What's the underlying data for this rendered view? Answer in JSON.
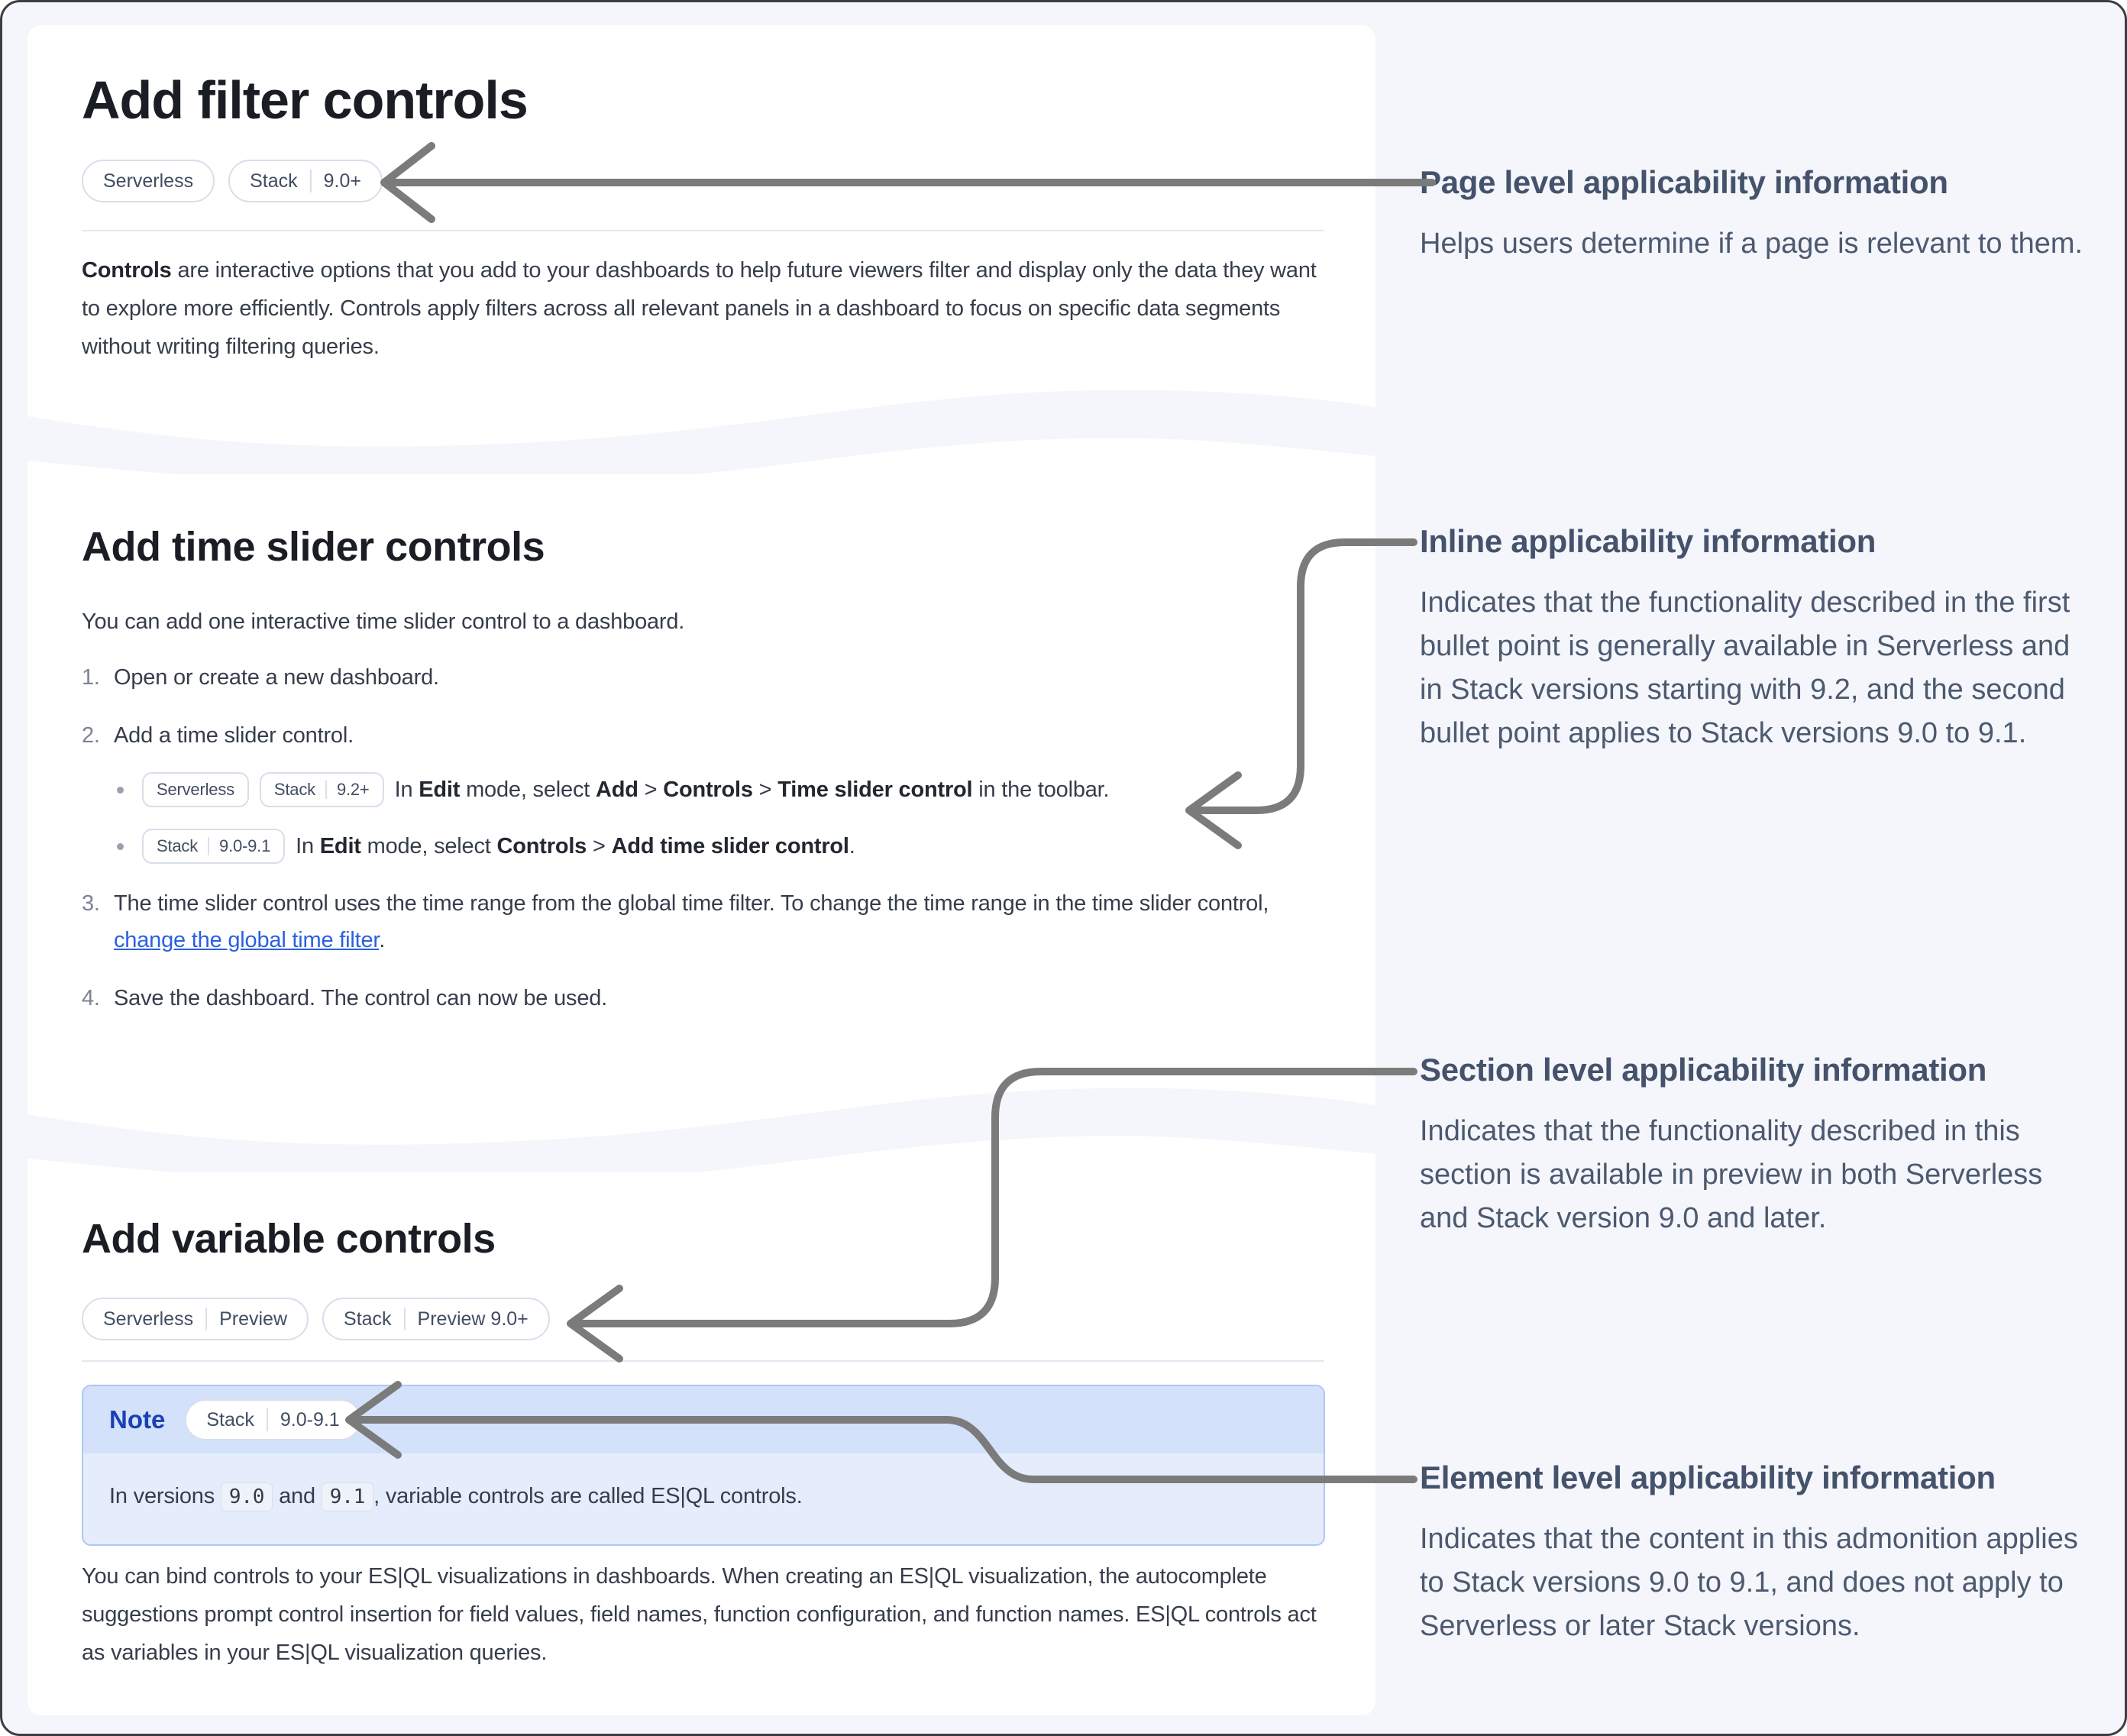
{
  "colors": {
    "page_bg": "#f4f6fb",
    "link": "#2a5fe0",
    "arrow": "#7b7b7b",
    "note_title": "#1b3fb5",
    "note_header_bg": "#d3e1fa",
    "note_body_bg": "#e5edfc"
  },
  "card1": {
    "title": "Add filter controls",
    "badges": [
      [
        "Serverless"
      ],
      [
        "Stack",
        "9.0+"
      ]
    ],
    "intro": [
      {
        "t": "Controls",
        "b": true
      },
      {
        "t": " are interactive options that you add to your dashboards to help future viewers filter and display only the data they want to explore more efficiently. Controls apply filters across all relevant panels in a dashboard to focus on specific data segments without writing filtering queries."
      }
    ]
  },
  "card2": {
    "title": "Add time slider controls",
    "intro": "You can add one interactive time slider control to a dashboard.",
    "steps": [
      {
        "num": "1.",
        "segs": [
          {
            "t": "Open or create a new dashboard."
          }
        ]
      },
      {
        "num": "2.",
        "segs": [
          {
            "t": "Add a time slider control."
          }
        ]
      },
      {
        "num": "3.",
        "segs": [
          {
            "t": "The time slider control uses the time range from the global time filter. To change the time range in the time slider control, "
          },
          {
            "t": "change the global time filter",
            "link": true
          },
          {
            "t": "."
          }
        ]
      },
      {
        "num": "4.",
        "segs": [
          {
            "t": "Save the dashboard. The control can now be used."
          }
        ]
      }
    ],
    "bullet_a": {
      "chips": [
        [
          "Serverless"
        ],
        [
          "Stack",
          "9.2+"
        ]
      ],
      "segs": [
        {
          "t": "In "
        },
        {
          "t": "Edit",
          "b": true
        },
        {
          "t": " mode, select "
        },
        {
          "t": "Add",
          "b": true
        },
        {
          "t": " > "
        },
        {
          "t": "Controls",
          "b": true
        },
        {
          "t": " > "
        },
        {
          "t": "Time slider control",
          "b": true
        },
        {
          "t": " in the toolbar."
        }
      ]
    },
    "bullet_b": {
      "chips": [
        [
          "Stack",
          "9.0-9.1"
        ]
      ],
      "segs": [
        {
          "t": "In "
        },
        {
          "t": "Edit",
          "b": true
        },
        {
          "t": " mode, select "
        },
        {
          "t": "Controls",
          "b": true
        },
        {
          "t": " > "
        },
        {
          "t": "Add time slider control",
          "b": true
        },
        {
          "t": "."
        }
      ]
    }
  },
  "card3": {
    "title": "Add variable controls",
    "badges": [
      [
        "Serverless",
        "Preview"
      ],
      [
        "Stack",
        "Preview 9.0+"
      ]
    ],
    "note": {
      "label": "Note",
      "badge": [
        "Stack",
        "9.0-9.1"
      ],
      "body": [
        {
          "t": "In versions "
        },
        {
          "t": "9.0",
          "code": true
        },
        {
          "t": " and "
        },
        {
          "t": "9.1",
          "code": true
        },
        {
          "t": ", variable controls are called ES|QL controls."
        }
      ]
    },
    "outro": "You can bind controls to your ES|QL visualizations in dashboards. When creating an ES|QL visualization, the autocomplete suggestions prompt control insertion for field values, field names, function configuration, and function names. ES|QL controls act as variables in your ES|QL visualization queries."
  },
  "annotations": {
    "page_level": {
      "title": "Page level applicability information",
      "body": "Helps users determine if a page is relevant to them."
    },
    "inline": {
      "title": "Inline applicability information",
      "body": "Indicates that the functionality described in the first bullet point is generally available in Serverless and in Stack versions starting with 9.2, and the second bullet point applies to Stack versions 9.0 to 9.1."
    },
    "section": {
      "title": "Section level applicability information",
      "body": "Indicates that the functionality described in this section is available in preview in both Serverless and Stack version 9.0 and later."
    },
    "element": {
      "title": "Element level applicability information",
      "body": "Indicates that the content in this admonition applies to Stack versions 9.0 to 9.1, and does not apply to Serverless or later Stack versions."
    }
  }
}
